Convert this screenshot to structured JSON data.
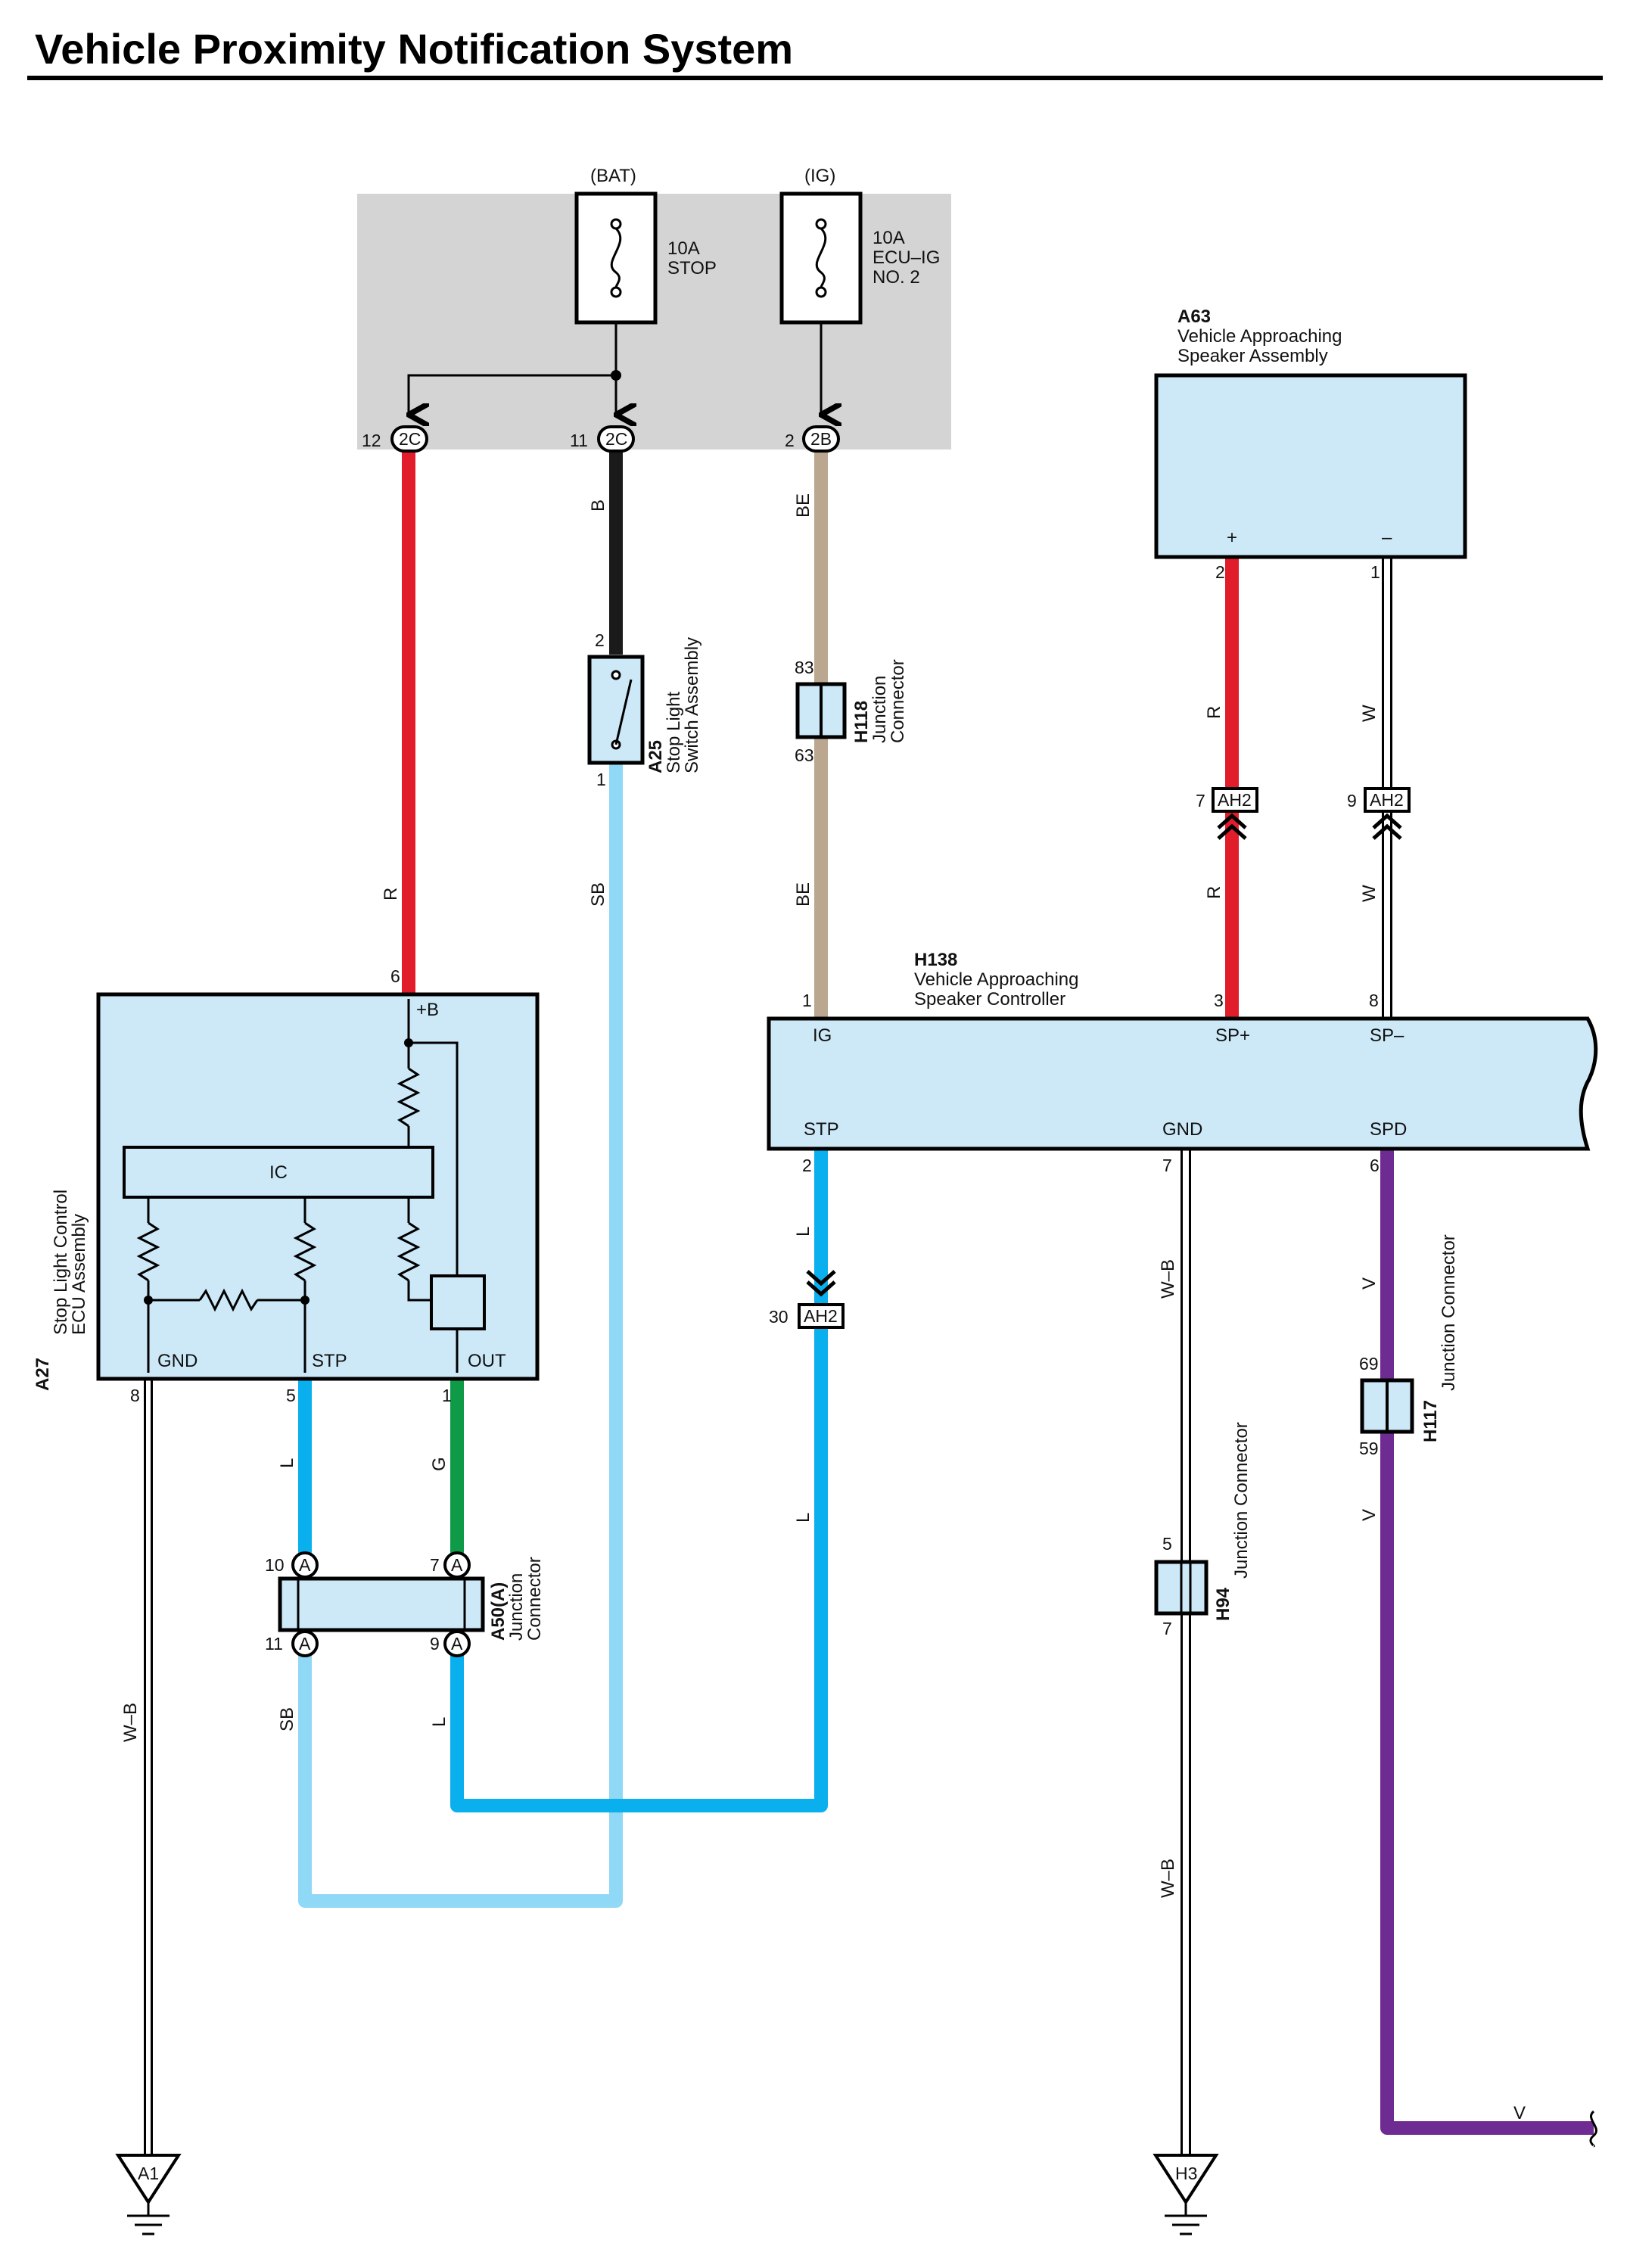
{
  "title": "Vehicle Proximity Notification System",
  "colors": {
    "R": "#e11d2b",
    "B": "#1a1a1a",
    "BE": "#bba78f",
    "SB": "#8fd8f6",
    "L": "#0ab0ee",
    "G": "#0f9a47",
    "V": "#6e2b91",
    "W": "#ffffff",
    "W-B": "#ffffff",
    "component_fill": "#cde9f8",
    "fuse_box_fill": "#d4d4d4"
  },
  "power": {
    "bat_label": "(BAT)",
    "ig_label": "(IG)",
    "fuse1_amp": "10A",
    "fuse1_name": "STOP",
    "fuse2_amp": "10A",
    "fuse2_name1": "ECU–IG",
    "fuse2_name2": "NO. 2",
    "conn1_pin": "12",
    "conn1_id": "2C",
    "conn2_pin": "11",
    "conn2_id": "2C",
    "conn3_pin": "2",
    "conn3_id": "2B"
  },
  "a63": {
    "code": "A63",
    "name1": "Vehicle Approaching",
    "name2": "Speaker Assembly",
    "plus": "+",
    "minus": "–",
    "pin_plus": "2",
    "pin_minus": "1"
  },
  "a25": {
    "code": "A25",
    "name1": "Stop Light",
    "name2": "Switch Assembly",
    "pin_top": "2",
    "pin_bottom": "1"
  },
  "h118": {
    "code": "H118",
    "name1": "Junction",
    "name2": "Connector",
    "pin_top": "83",
    "pin_bottom": "63"
  },
  "ah2": {
    "id": "AH2",
    "pin_r": "7",
    "pin_w": "9",
    "pin_l": "30"
  },
  "h138": {
    "code": "H138",
    "name1": "Vehicle Approaching",
    "name2": "Speaker Controller",
    "ig": "IG",
    "sp_plus": "SP+",
    "sp_minus": "SP–",
    "stp": "STP",
    "gnd": "GND",
    "spd": "SPD",
    "pin_ig": "1",
    "pin_sp_plus": "3",
    "pin_sp_minus": "8",
    "pin_stp": "2",
    "pin_gnd": "7",
    "pin_spd": "6"
  },
  "a27": {
    "code": "A27",
    "name1": "Stop Light Control",
    "name2": "ECU Assembly",
    "plus_b": "+B",
    "ic": "IC",
    "gnd": "GND",
    "stp": "STP",
    "out": "OUT",
    "pin_b": "6",
    "pin_gnd": "8",
    "pin_stp": "5",
    "pin_out": "1"
  },
  "a50": {
    "code": "A50(A)",
    "name1": "Junction",
    "name2": "Connector",
    "id": "A",
    "pin_tl": "10",
    "pin_tr": "7",
    "pin_bl": "11",
    "pin_br": "9"
  },
  "h94": {
    "code": "H94",
    "name": "Junction Connector",
    "pin_top": "5",
    "pin_bottom": "7"
  },
  "h117": {
    "code": "H117",
    "name": "Junction Connector",
    "pin_top": "69",
    "pin_bottom": "59"
  },
  "grounds": {
    "a1": "A1",
    "h3": "H3"
  },
  "wire_labels": {
    "r_left": "R",
    "b": "B",
    "be_top": "BE",
    "be_mid": "BE",
    "sb": "SB",
    "r_top": "R",
    "w_top": "W",
    "r_bot": "R",
    "w_bot": "W",
    "l_stp": "L",
    "l_lower": "L",
    "wb_h138": "W–B",
    "wb_h94": "W–B",
    "v_top": "V",
    "v_mid": "V",
    "v_bottom": "V",
    "l_a27": "L",
    "g_a27": "G",
    "wb_a27": "W–B",
    "sb_a50": "SB",
    "l_a50": "L"
  }
}
